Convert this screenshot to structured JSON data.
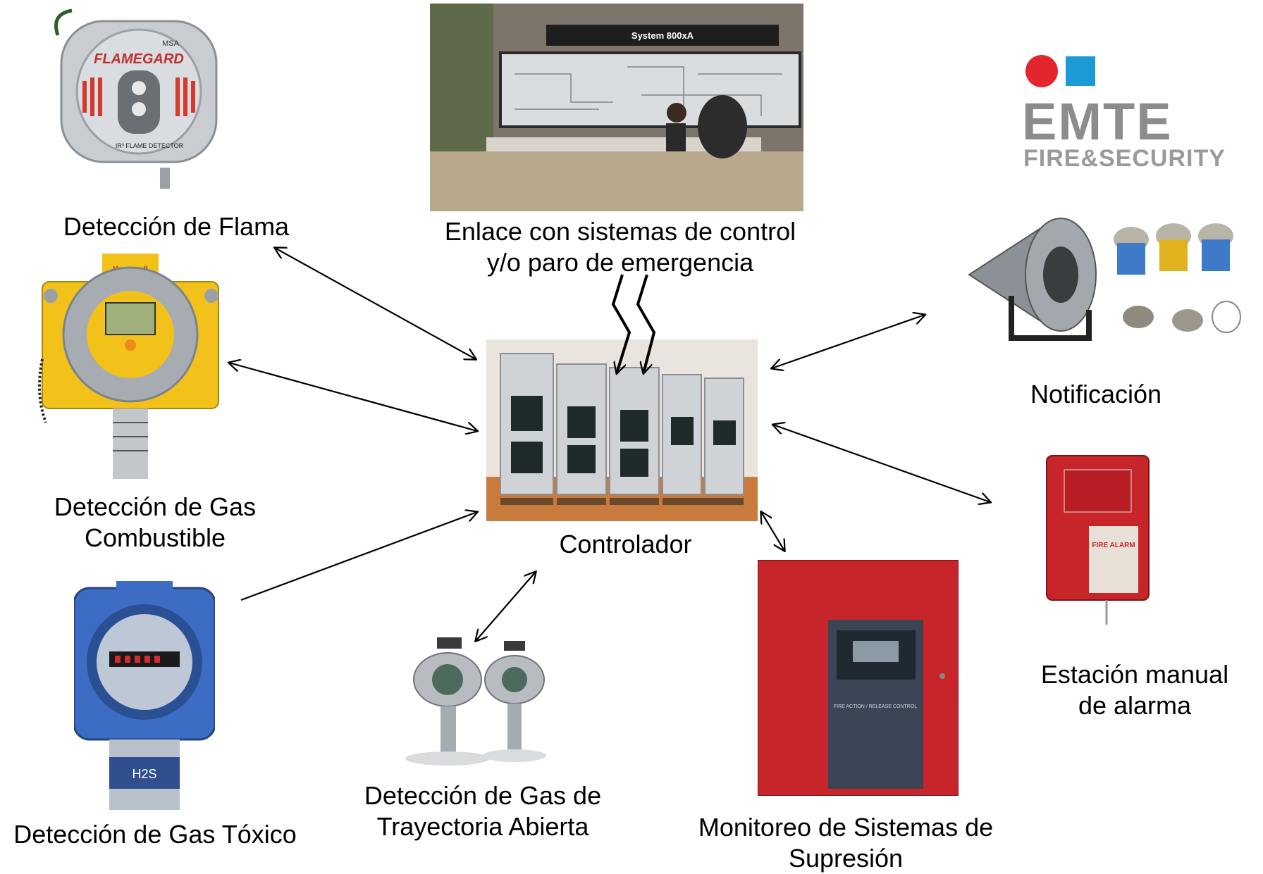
{
  "labels": {
    "flame": "Detección de Flama",
    "control_line1": "Enlace con sistemas de control",
    "control_line2": "y/o paro de emergencia",
    "gas_comb_line1": "Detección de Gas",
    "gas_comb_line2": "Combustible",
    "controller": "Controlador",
    "notification": "Notificación",
    "manual_line1": "Estación manual",
    "manual_line2": "de alarma",
    "toxic": "Detección de Gas Tóxico",
    "open_path_line1": "Detección de Gas de",
    "open_path_line2": "Trayectoria Abierta",
    "suppression_line1": "Monitoreo de Sistemas de",
    "suppression_line2": "Supresión"
  },
  "image_text": {
    "flamegard_brand": "FLAMEGARD",
    "flamegard_maker": "MSA",
    "flamegard_sub": "IR³ FLAME DETECTOR",
    "honeywell": "Honeywell",
    "system_banner": "System 800xA",
    "h2s": "H2S",
    "fire_alarm": "FIRE ALARM",
    "panel_text": "FIRE ACTION / RELEASE CONTROL"
  },
  "logo": {
    "line1": "EMTE",
    "line2": "FIRE&SECURITY",
    "red": "#e3262d",
    "blue": "#1b9ad6"
  },
  "colors": {
    "panel_red": "#c8252b",
    "detector_yellow": "#f2c21a",
    "detector_blue": "#3d6cc4",
    "steel": "#b9bdc2"
  }
}
